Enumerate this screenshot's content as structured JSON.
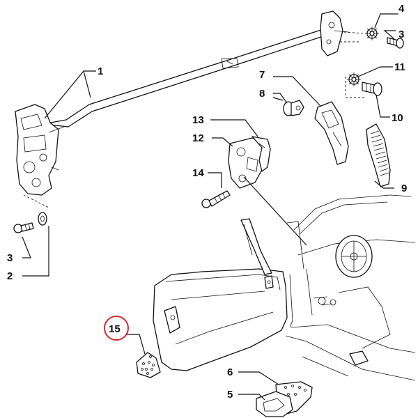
{
  "labels": [
    {
      "id": "1",
      "text": "1"
    },
    {
      "id": "2",
      "text": "2"
    },
    {
      "id": "3a",
      "text": "3"
    },
    {
      "id": "3b",
      "text": "3"
    },
    {
      "id": "4",
      "text": "4"
    },
    {
      "id": "5",
      "text": "5"
    },
    {
      "id": "6",
      "text": "6"
    },
    {
      "id": "7",
      "text": "7"
    },
    {
      "id": "8",
      "text": "8"
    },
    {
      "id": "9",
      "text": "9"
    },
    {
      "id": "10",
      "text": "10"
    },
    {
      "id": "11",
      "text": "11"
    },
    {
      "id": "12",
      "text": "12"
    },
    {
      "id": "13",
      "text": "13"
    },
    {
      "id": "14",
      "text": "14"
    },
    {
      "id": "15",
      "text": "15"
    }
  ],
  "highlight": {
    "label": "15",
    "color": "#d62828"
  }
}
